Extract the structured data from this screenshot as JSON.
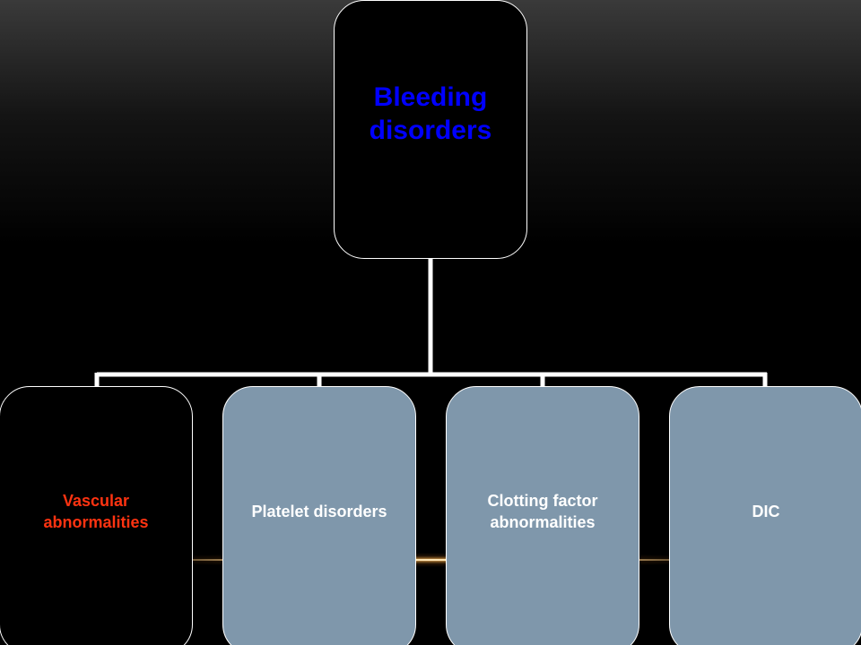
{
  "diagram": {
    "root": {
      "label": "Bleeding\ndisorders",
      "text_color": "#0000ff",
      "fill": "#000000"
    },
    "children": [
      {
        "label": "Vascular abnormalities",
        "text_color": "#ff3311",
        "fill": "#000000"
      },
      {
        "label": "Platelet disorders",
        "text_color": "#ffffff",
        "fill": "#7f97ab"
      },
      {
        "label": "Clotting factor abnormalities",
        "text_color": "#ffffff",
        "fill": "#7f97ab"
      },
      {
        "label": "DIC",
        "text_color": "#ffffff",
        "fill": "#7f97ab"
      }
    ],
    "connector_color": "#ffffff",
    "background_color": "#000000"
  }
}
